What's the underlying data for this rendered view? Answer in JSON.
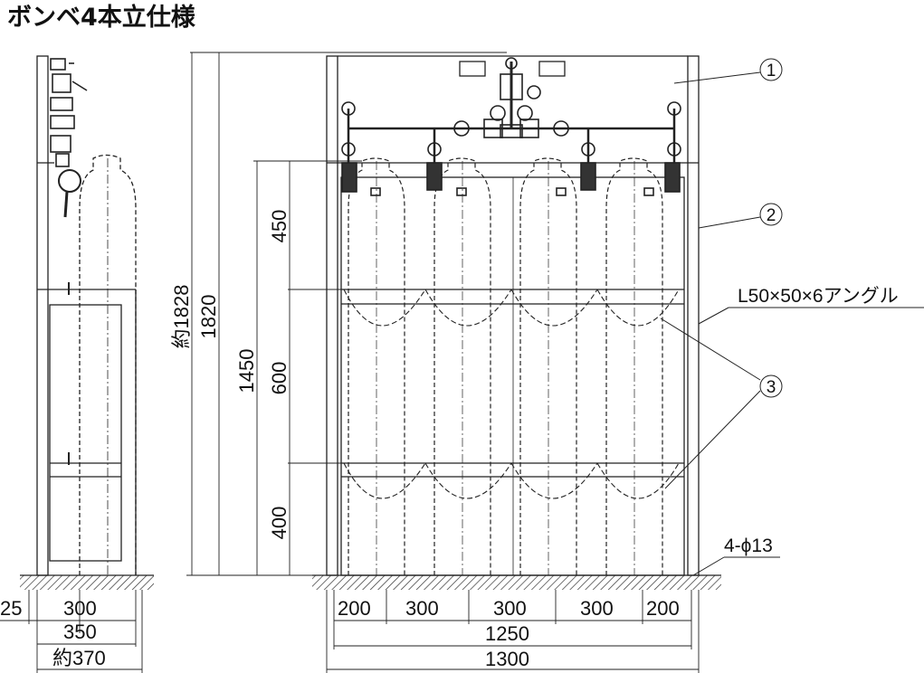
{
  "title": "ボンベ4本立仕様",
  "callouts": {
    "c1": "1",
    "c2": "2",
    "c3": "3",
    "angle": "L50×50×6アングル",
    "hole": "4-ϕ13"
  },
  "side_dims": {
    "offset": "25",
    "d300": "300",
    "d350": "350",
    "approx370": "約370"
  },
  "vertical_dims": {
    "approx1828": "約1828",
    "h1820": "1820",
    "h1450": "1450",
    "h450": "450",
    "h600": "600",
    "h400": "400"
  },
  "front_dims": {
    "a": "200",
    "b": "300",
    "c": "300",
    "d": "300",
    "e": "200",
    "w1250": "1250",
    "w1300": "1300"
  }
}
